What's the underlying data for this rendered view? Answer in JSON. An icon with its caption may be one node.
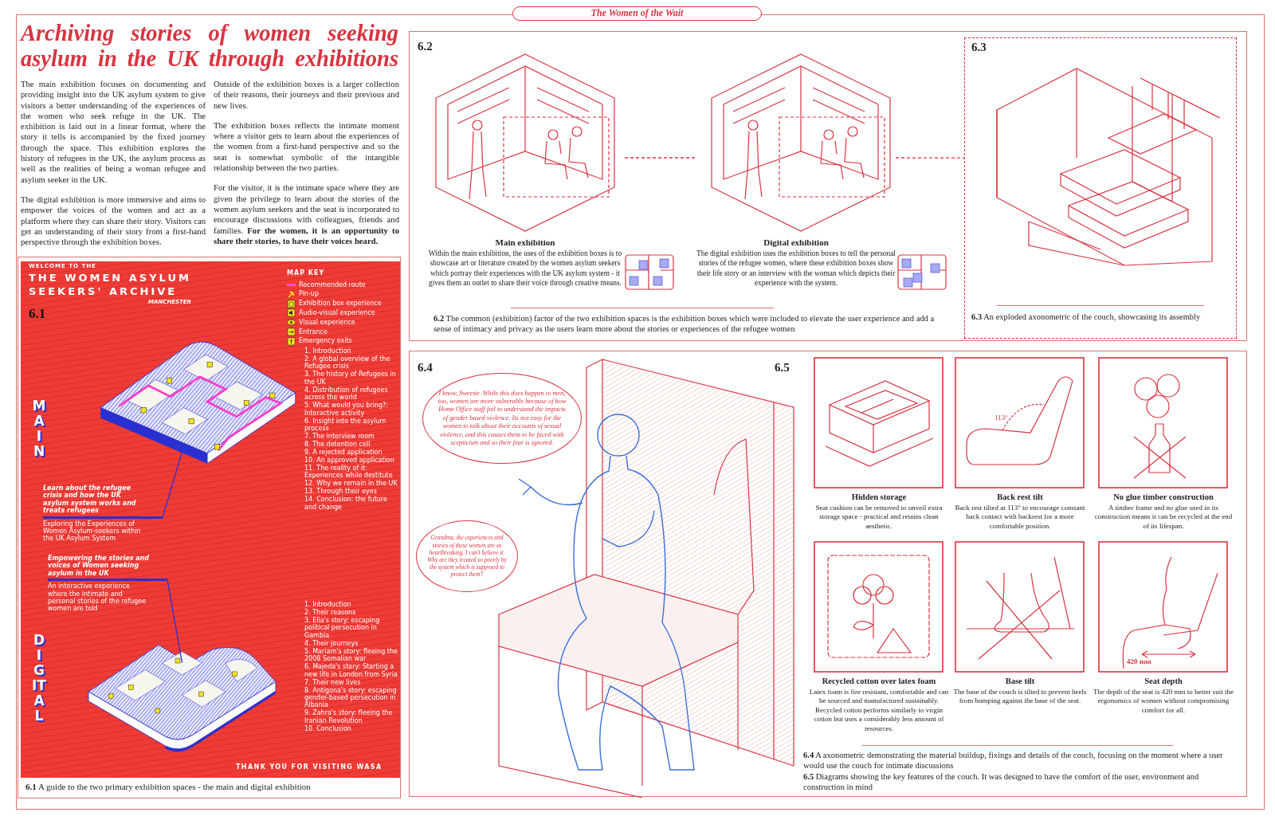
{
  "diagram": {
    "title": "Archiving stories of women seeking asylum in the UK through exhibitions",
    "nodes": [
      {
        "text": [
          "Learn about the refugee crisis and how the UK asylum system works and treats refugees",
          "Exploring the Experiences of Women Asylum-seekers within the UK Asylum System"
        ]
      },
      {
        "text": [],
        "shape": "picture"
      },
      {
        "text": [
          "Empowering the stories and voices of Women seeking asylum in the UK",
          "An interactive experience where the intimate and personal stories of the refugee women are told"
        ]
      },
      {
        "text": [],
        "shape": "picture"
      },
      {
        "text": [
          "Main exhibition",
          "Within the main exhibition, the uses of the exhibition boxes is to showcase art or literature created by the women asylum seekers which portray their experiences with the UK asylum system - it gives them an outlet to share their voice through creative means."
        ]
      },
      {
        "text": [
          "Digital exhibition",
          "The digital exhibition uses the exhibition boxes to tell the personal stories of the refugee women, where these exhibition boxes show their life story or an interview with the woman which depicts their experience with the system."
        ]
      },
      {
        "text": [
          "6.3",
          "**6.3** An exploded axonometric of the couch, showcasing its assembly"
        ]
      },
      {
        "text": [
          "I know, Sweetie. While this does happen to men, too, women are more vulnerable because of how Home Office staff fail to understand the impacts of gender based violence. Its not easy for the women to talk about their accounts of sexual violence, and this causes them to be faced with scepticism and so their fear is ignored."
        ]
      },
      {
        "text": [
          "Grandma, the experiences and stories of these women are so heartbreaking. I can't believe it. Why are they treated so poorly by the system which is supposed to protect them?"
        ]
      },
      {
        "text": [
          "Hidden storage",
          "Seat cushion can be removed to unveil extra storage space - practical and retains clean aesthetic."
        ]
      },
      {
        "text": [
          "Back rest tilt",
          "Back rest tilted at 113° to encourage constant back contact with backrest for a more comfortable position."
        ]
      },
      {
        "text": [
          "No glue timber construction",
          "A timber frame and no glue used in its construction means it can be recycled at the end of its lifespan."
        ]
      },
      {
        "text": [
          "Recycled cotton over latex foam",
          "Latex foam is fire resistant, comfortable and can be sourced and manufactured sustainably. Recycled cotton performs similarly to virgin cotton but uses a considerably less amount of resources."
        ]
      },
      {
        "text": [
          "Base tilt",
          "The base of the couch is tilted to prevent heels from bumping against the base of the seat."
        ]
      },
      {
        "text": [
          "Seat depth",
          "The depth of the seat is 420 mm to better suit the ergonomics of women without compromising comfort for all."
        ]
      }
    ],
    "edges": [
      {
        "from": 0,
        "to": 1,
        "arrow": "none",
        "color": "#2a2fd0"
      },
      {
        "from": 2,
        "to": 3,
        "arrow": "none",
        "color": "#2a2fd0"
      },
      {
        "from": 4,
        "to": 5,
        "arrow": "none",
        "style": "dashed",
        "color": "#d9333f"
      },
      {
        "from": 5,
        "to": 6,
        "arrow": "none",
        "style": "dashed",
        "color": "#d9333f"
      }
    ],
    "labels": [
      "The Women of the Wait",
      "The main exhibition focuses on documenting and providing insight into the UK asylum system to give visitors a better understanding of the experiences of the women who seek refuge in the UK. The exhibition is laid out in a linear format, where the story it tells is accompanied by the fixed journey through the space. This exhibition explores the history of refugees in the UK, the asylum process as well as the realities of being a woman refugee and asylum seeker in the UK.",
      "The digital exhibition is more immersive and aims to empower the voices of the women and act as a platform where they can share their story. Visitors can get an understanding of their story from a first-hand perspective through the exhibition boxes.",
      "Outside of the exhibition boxes is a larger collection of their reasons, their journeys and their previous and new lives.",
      "The exhibition boxes reflects the intimate moment where a visitor gets to learn about the experiences of the women from a first-hand perspective and so the seat is somewhat symbolic of the intangible relationship between the two parties.",
      "For the visitor, it is the intimate space where they are given the privilege to learn about the stories of the women asylum seekers and the seat is incorporated to encourage discussions with colleagues, friends and families. **For the women, it is an opportunity to share their stories, to have their voices heard.**",
      "WELCOME TO THE",
      "THE WOMEN ASYLUM SEEKERS' ARCHIVE",
      "MANCHESTER",
      "6.1",
      "MAP KEY",
      "MAIN",
      "1. Introduction",
      "2. A global overview of the Refugee crisis",
      "3. The history of Refugees in the UK",
      "4. Distribution of refugees across the world",
      "5. What would you bring?: Interactive activity",
      "6. Insight into the asylum process",
      "7. The interview room",
      "8. The detention cell",
      "9. A rejected application",
      "10. An approved application",
      "11. The reality of it: Experiences while destitute",
      "12. Why we remain in the UK",
      "13. Through their eyes",
      "14. Conclusion: the future and change",
      "DIGITAL",
      "1. Introduction",
      "2. Their reasons",
      "3. Ella's story: escaping political persecution in Gambia",
      "4. Their journeys",
      "5. Mariam's story: fleeing the 2008 Somalian war",
      "6. Majeda's story: Starting a new life in London from Syria",
      "7. Their new lives",
      "8. Antigona's story: escaping gender-based persecution in Albania",
      "9. Zahra's story: fleeing the Iranian Revolution",
      "10. Conclusion",
      "THANK YOU FOR VISITING WASA",
      "**6.1** A guide to the two primary exhibition spaces - the main and digital exhibition",
      "6.2",
      "**6.2** The common (exhibition) factor of the two exhibition spaces is the exhibition boxes which were included to elevate the user experience and add a sense of intimacy and privacy as the users learn more about the stories or experiences of the refugee women",
      "6.4",
      "6.5",
      "113°",
      "420 mm",
      "**6.4** A axonometric demonstrating the material buildup, fixings and details of the couch, focusing on the moment where a user would use the couch for intimate discussions",
      "**6.5** Diagrams showing the key features of the couch. It was designed to have the comfort of the user, environment and construction in mind"
    ],
    "legend": [
      {
        "text": "Recommended route"
      },
      {
        "text": "Pin-up"
      },
      {
        "text": "Exhibition box experience"
      },
      {
        "text": "Audio-visual experience"
      },
      {
        "text": "Visual experience"
      },
      {
        "text": "Entrance"
      },
      {
        "text": "Emergency exits"
      }
    ]
  }
}
